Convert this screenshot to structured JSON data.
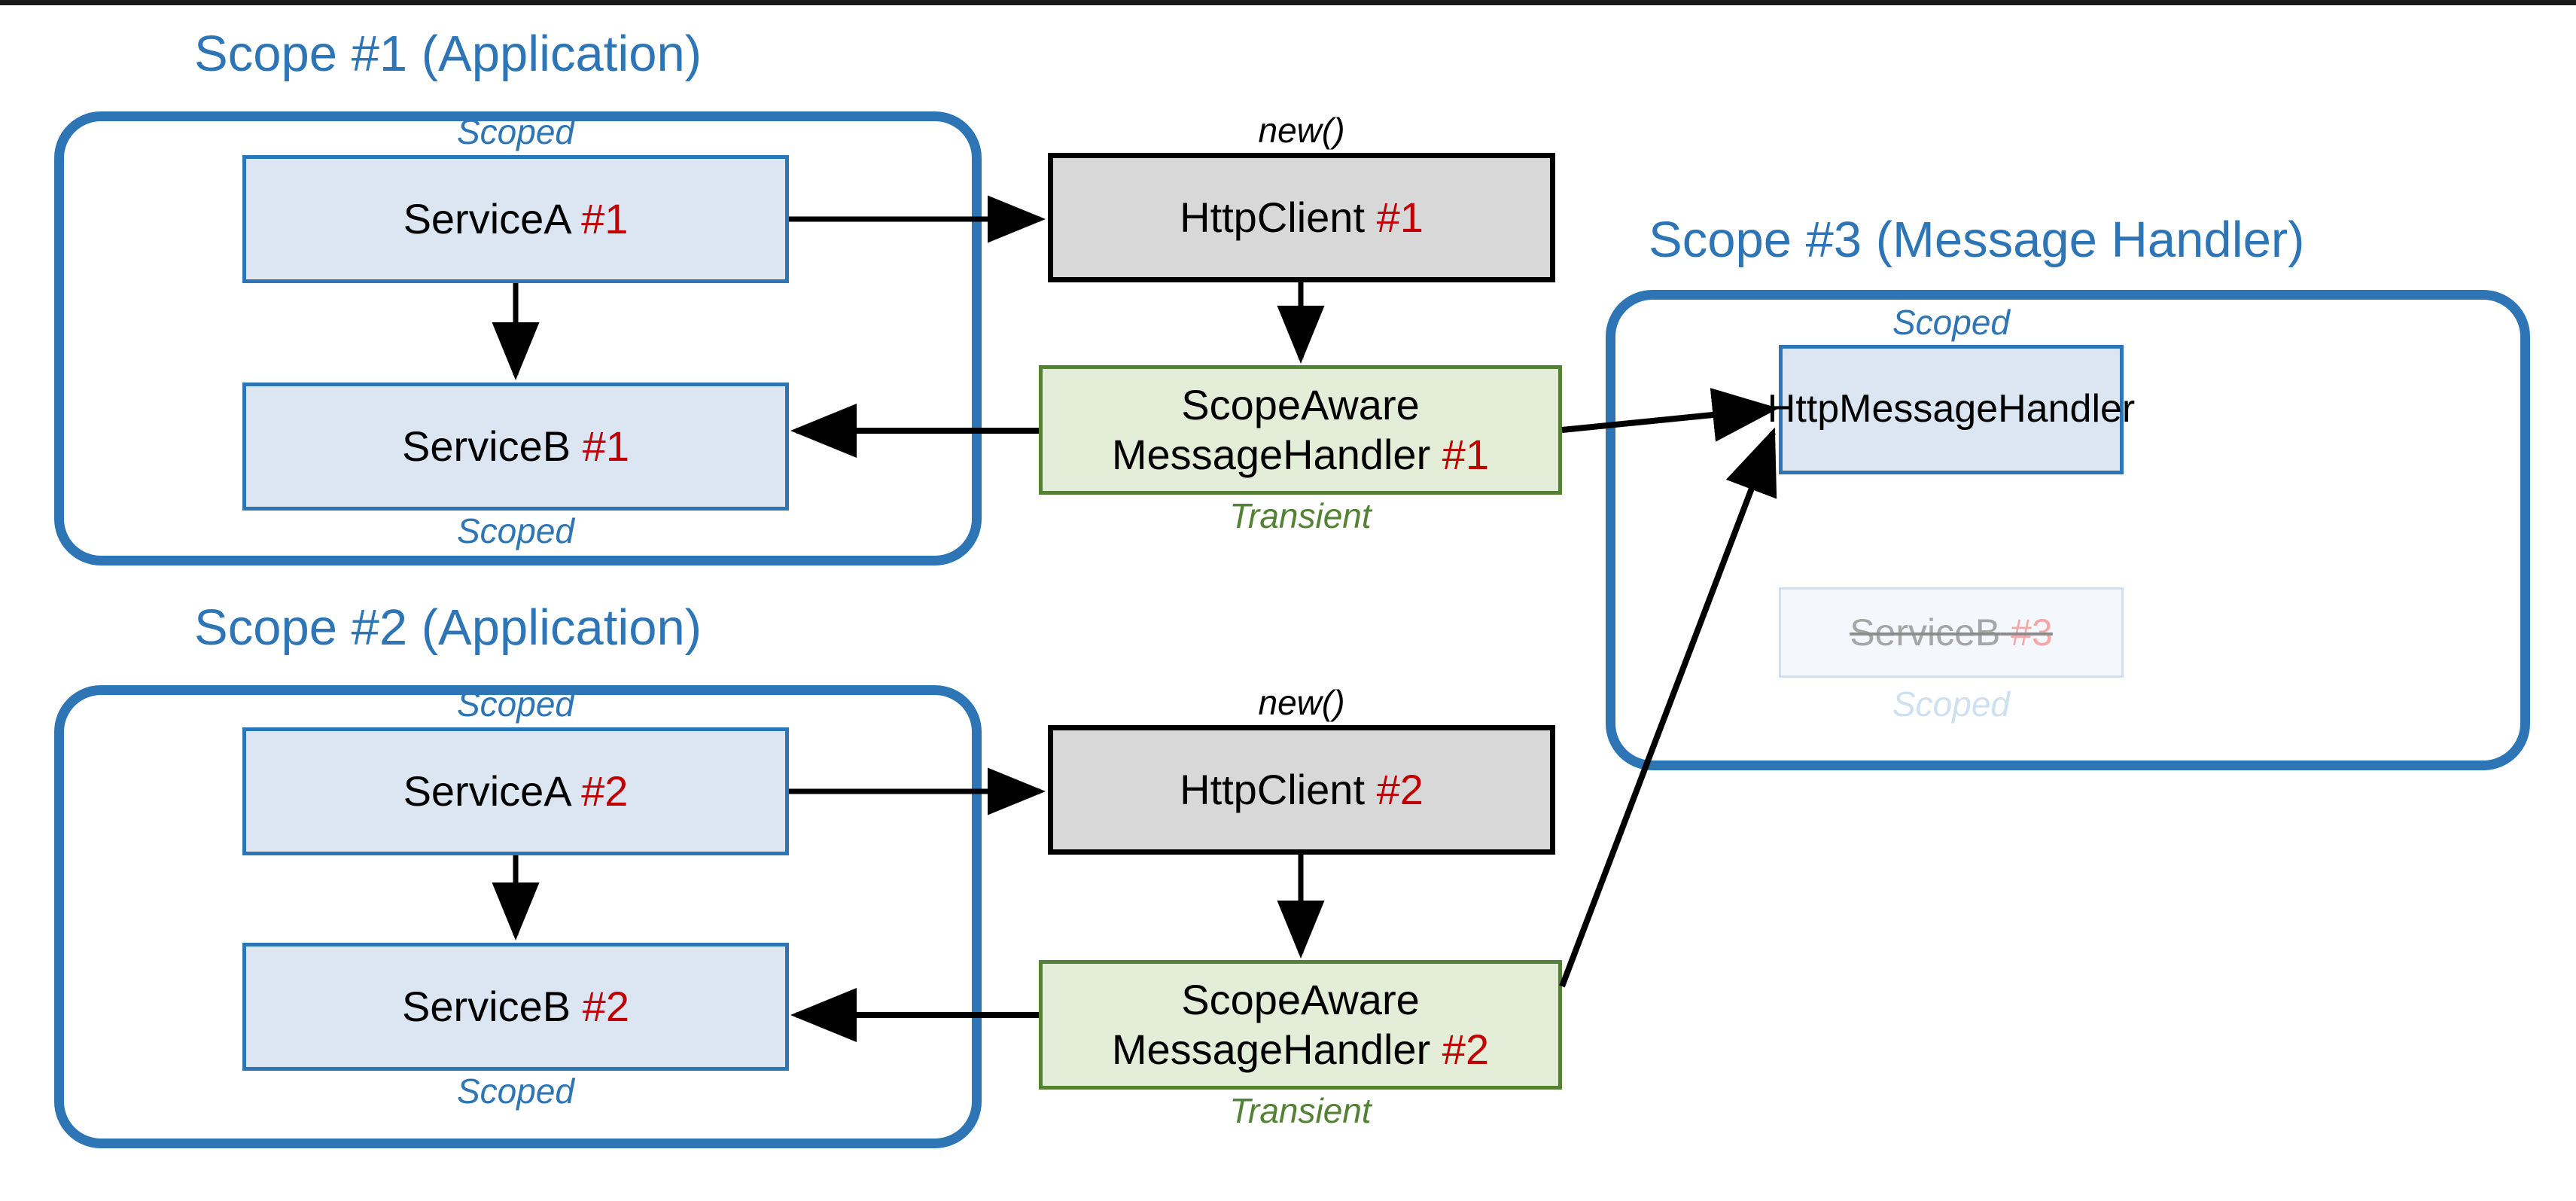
{
  "diagram": {
    "title_color": "#2E75B6",
    "accent_red": "#C00000",
    "accent_green": "#548235",
    "scopes": [
      {
        "id": "scope1",
        "title": "Scope #1 (Application)"
      },
      {
        "id": "scope2",
        "title": "Scope #2 (Application)"
      },
      {
        "id": "scope3",
        "title": "Scope #3 (Message Handler)"
      }
    ],
    "nodes": {
      "service_a_1": {
        "name": "ServiceA",
        "num": "#1",
        "lifetime": "Scoped"
      },
      "service_b_1": {
        "name": "ServiceB",
        "num": "#1",
        "lifetime": "Scoped"
      },
      "http_client_1": {
        "name": "HttpClient",
        "num": "#1",
        "lifetime": "new()"
      },
      "handler_1": {
        "line1": "ScopeAware",
        "line2": "MessageHandler",
        "num": "#1",
        "lifetime": "Transient"
      },
      "service_a_2": {
        "name": "ServiceA",
        "num": "#2",
        "lifetime": "Scoped"
      },
      "service_b_2": {
        "name": "ServiceB",
        "num": "#2",
        "lifetime": "Scoped"
      },
      "http_client_2": {
        "name": "HttpClient",
        "num": "#2",
        "lifetime": "new()"
      },
      "handler_2": {
        "line1": "ScopeAware",
        "line2": "MessageHandler",
        "num": "#2",
        "lifetime": "Transient"
      },
      "http_message_handler": {
        "name": "HttpMessageHandler",
        "num": "",
        "lifetime": "Scoped"
      },
      "service_b_3": {
        "name": "ServiceB",
        "num": "#3",
        "lifetime": "Scoped"
      }
    },
    "edges": [
      {
        "from": "service_a_1",
        "to": "http_client_1",
        "kind": "arrow-right"
      },
      {
        "from": "service_a_1",
        "to": "service_b_1",
        "kind": "arrow-down"
      },
      {
        "from": "http_client_1",
        "to": "handler_1",
        "kind": "arrow-down"
      },
      {
        "from": "handler_1",
        "to": "service_b_1",
        "kind": "arrow-left"
      },
      {
        "from": "handler_1",
        "to": "http_message_handler",
        "kind": "arrow-diagonal"
      },
      {
        "from": "service_a_2",
        "to": "http_client_2",
        "kind": "arrow-right"
      },
      {
        "from": "service_a_2",
        "to": "service_b_2",
        "kind": "arrow-down"
      },
      {
        "from": "http_client_2",
        "to": "handler_2",
        "kind": "arrow-down"
      },
      {
        "from": "handler_2",
        "to": "service_b_2",
        "kind": "arrow-left"
      },
      {
        "from": "handler_2",
        "to": "http_message_handler",
        "kind": "arrow-diagonal"
      }
    ]
  }
}
